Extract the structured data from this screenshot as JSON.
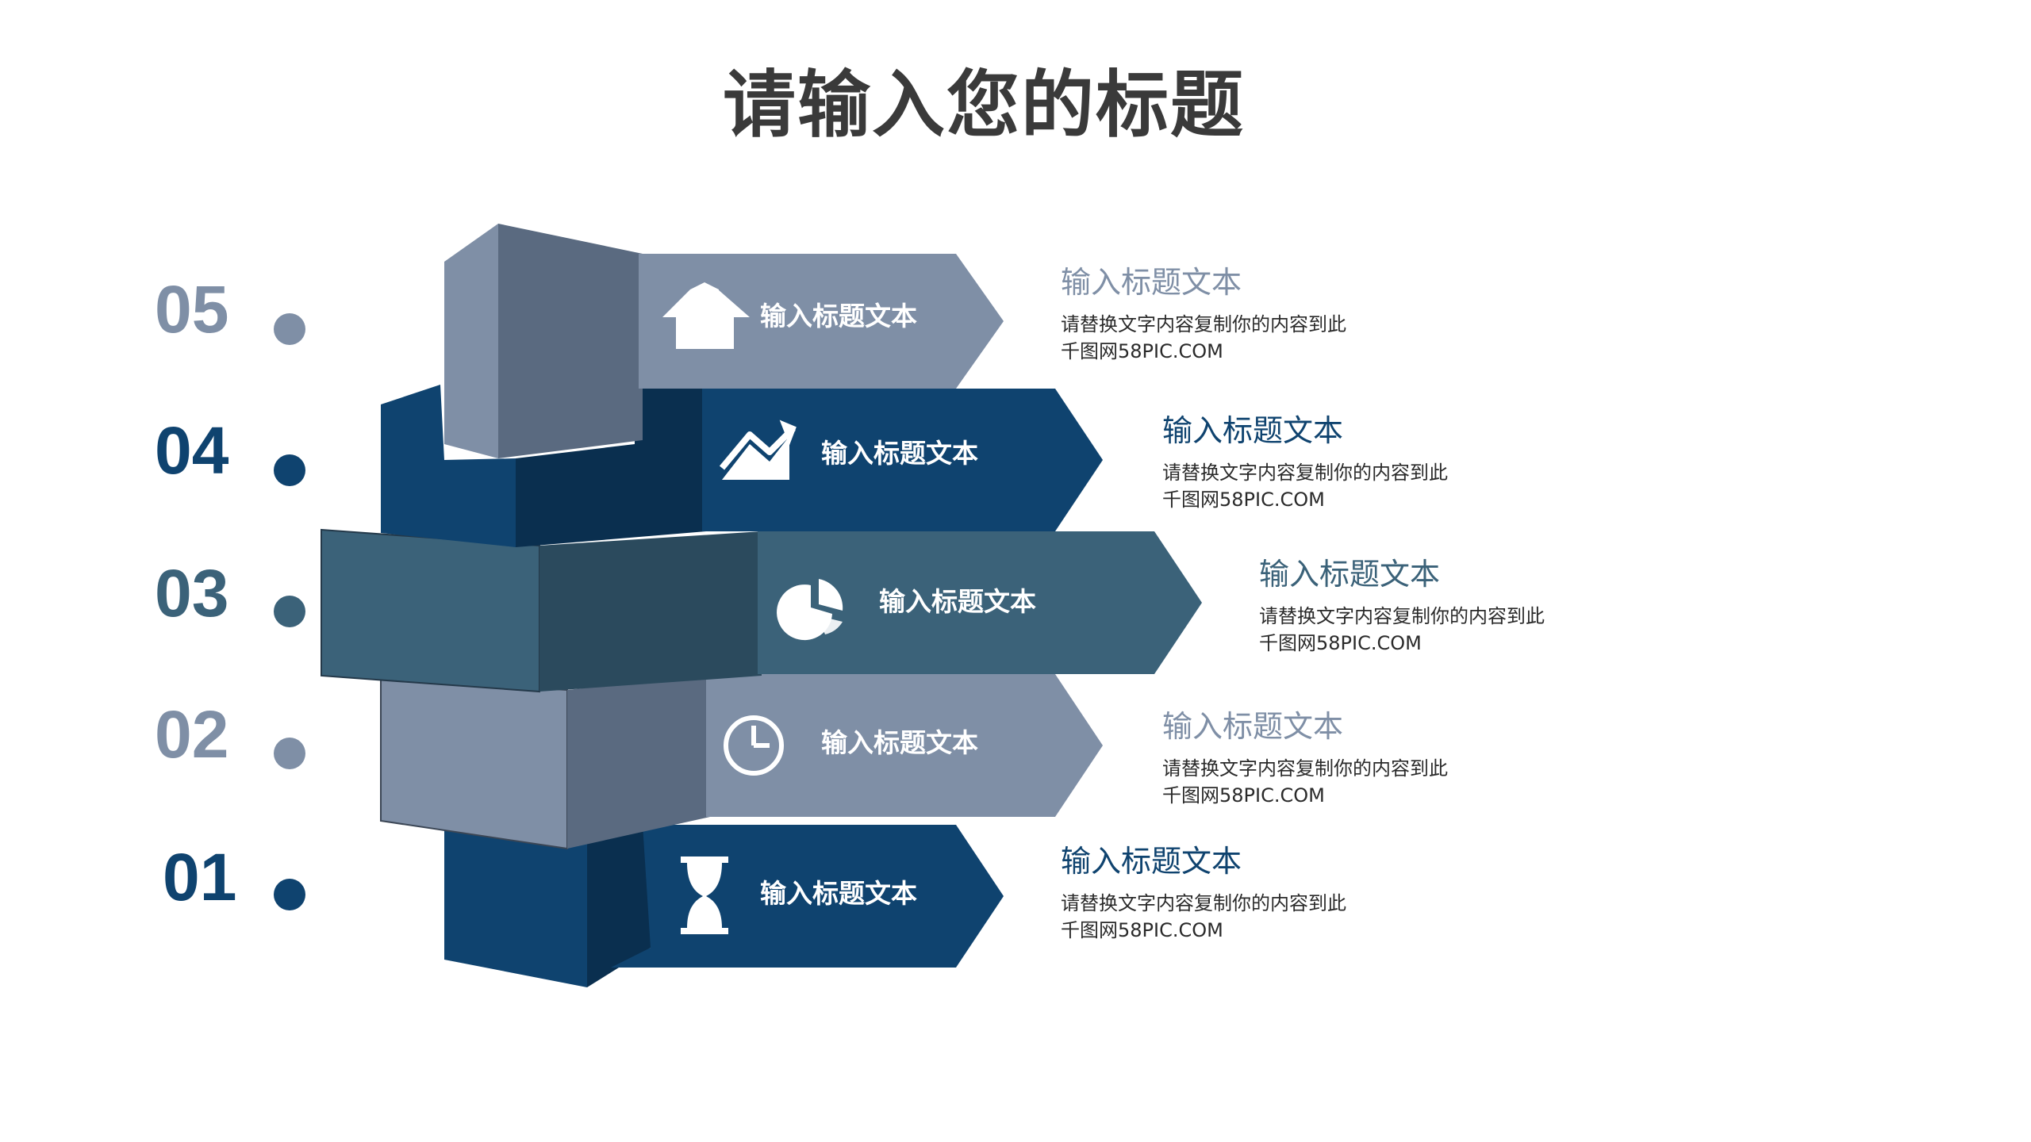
{
  "title": "请输入您的标题",
  "colors": {
    "light": "#7f8fa6",
    "light_dark": "#5a6a80",
    "navy": "#0f436f",
    "navy_dark": "#0a2f4f",
    "teal": "#3b6279",
    "teal_dark": "#2b4a5d"
  },
  "steps": [
    {
      "number": "05",
      "label": "输入标题文本",
      "icon": "arrows-up-icon",
      "heading": "输入标题文本",
      "body_line1": "请替换文字内容复制你的内容到此",
      "body_line2": "千图网58PIC.COM"
    },
    {
      "number": "04",
      "label": "输入标题文本",
      "icon": "chart-growth-icon",
      "heading": "输入标题文本",
      "body_line1": "请替换文字内容复制你的内容到此",
      "body_line2": "千图网58PIC.COM"
    },
    {
      "number": "03",
      "label": "输入标题文本",
      "icon": "pie-chart-icon",
      "heading": "输入标题文本",
      "body_line1": "请替换文字内容复制你的内容到此",
      "body_line2": "千图网58PIC.COM"
    },
    {
      "number": "02",
      "label": "输入标题文本",
      "icon": "clock-icon",
      "heading": "输入标题文本",
      "body_line1": "请替换文字内容复制你的内容到此",
      "body_line2": "千图网58PIC.COM"
    },
    {
      "number": "01",
      "label": "输入标题文本",
      "icon": "hourglass-icon",
      "heading": "输入标题文本",
      "body_line1": "请替换文字内容复制你的内容到此",
      "body_line2": "千图网58PIC.COM"
    }
  ]
}
